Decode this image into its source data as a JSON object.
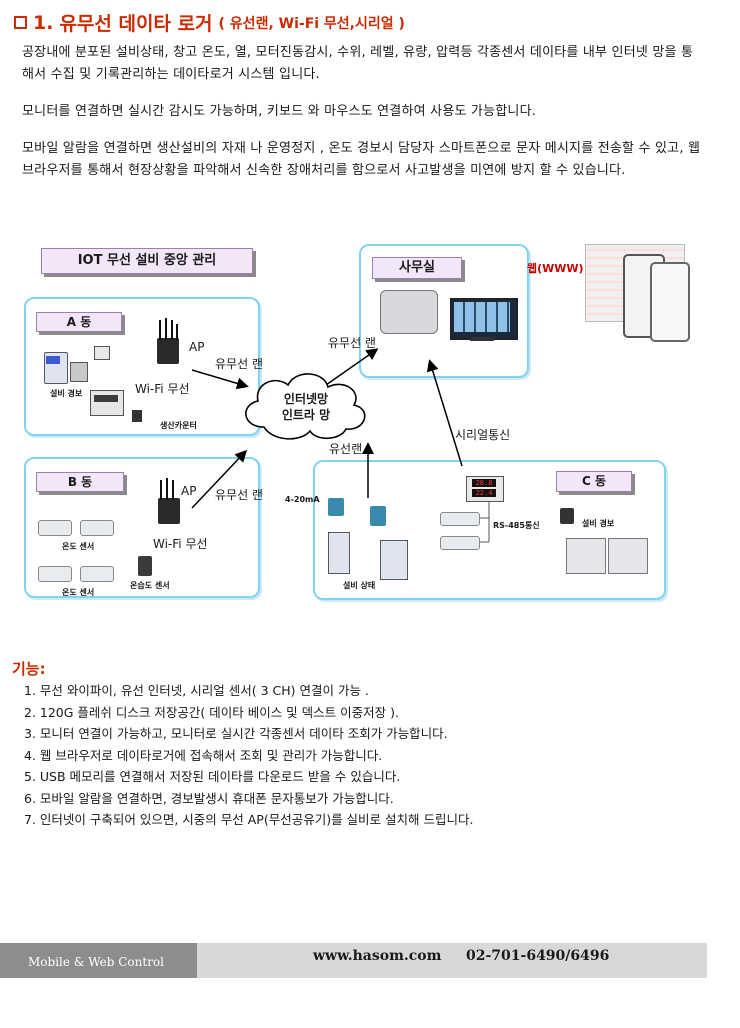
{
  "heading": {
    "number": "1.",
    "main": "유무선 데이타 로거",
    "sub": "( 유선랜, Wi-Fi 무선,시리얼 )"
  },
  "paragraphs": [
    "공장내에 분포된 설비상태, 창고 온도, 열, 모터진동감시, 수위, 레벨, 유량, 압력등 각종센서 데이타를 내부 인터넷 망을 통해서 수집 및 기록관리하는 데이타로거 시스템 입니다.",
    "모니터를 연결하면 실시간 감시도 가능하며, 키보드 와 마우스도 연결하여 사용도 가능합니다.",
    " 모바일 알람을 연결하면 생산설비의 자재 나 운영정지 , 온도 경보시 담당자 스마트폰으로 문자 메시지를 전송할 수 있고, 웹 브라우저를 통해서 현장상황을 파악해서 신속한 장애처리를 함으로서 사고발생을 미연에 방지 할 수 있습니다."
  ],
  "diagram": {
    "title": "IOT 무선 설비 중앙 관리",
    "office": "사무실",
    "web": "웹(WWW)",
    "building_a": "A 동",
    "building_b": "B 동",
    "building_c": "C 동",
    "ap_a": "AP",
    "ap_b": "AP",
    "wifi_a": "Wi-Fi 무선",
    "wifi_b": "Wi-Fi 무선",
    "lan_a": "유무선 랜",
    "lan_b": "유무선 랜",
    "lan_office": "유무선 랜",
    "lan_c": "유선랜",
    "serial": "시리얼통신",
    "cloud_line1": "인터넷망",
    "cloud_line2": "인트라 망",
    "equip_alarm_a": "설비 경보",
    "counter": "생산카운터",
    "temp_sensor_1": "온도 센서",
    "temp_sensor_2": "온도 센서",
    "temp_hum_sensor": "온습도 센서",
    "current": "4-20mA",
    "equip_status": "설비 상태",
    "rs485": "RS-485통신",
    "equip_alarm_c": "설비 경보",
    "display1": "28.8",
    "display2": "22.4"
  },
  "functions": {
    "title": "기능:",
    "items": [
      "1. 무선 와이파이, 유선 인터넷, 시리얼 센서( 3 CH) 연결이 가능 .",
      "2. 120G 플레쉬 디스크 저장공간(  데이타 베이스 및 덱스트 이중저장 ).",
      "3. 모니터 연결이 가능하고, 모니터로 실시간 각종센서 데이타 조회가 가능합니다.",
      "4. 웹 브라우저로 데이타로거에 접속해서 조회 및 관리가 가능합니다.",
      "5. USB 메모리를 연결해서 저장된 데이타를 다운로드 받을 수 있습니다.",
      "6. 모바일 알람을 연결하면, 경보발생시 휴대폰 문자통보가 가능합니다.",
      "7. 인터넷이 구축되어 있으면, 시중의 무선 AP(무선공유기)를 실비로 설치해 드립니다."
    ]
  },
  "footer": {
    "left": "Mobile & Web Control",
    "url": "www.hasom.com",
    "tel": "02-701-6490/6496"
  }
}
